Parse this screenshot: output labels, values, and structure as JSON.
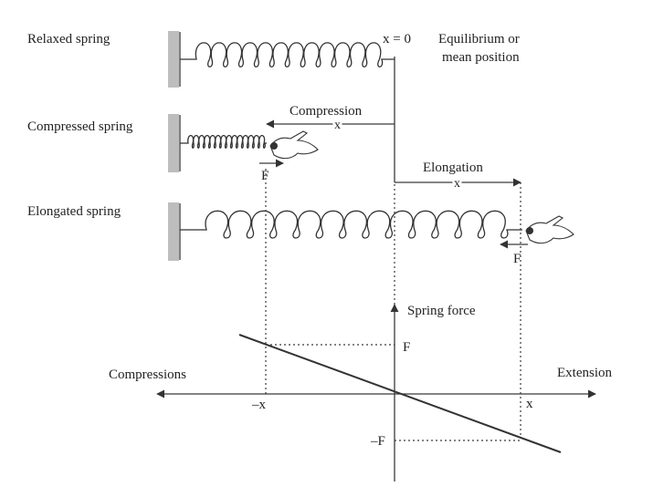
{
  "springs": {
    "relaxed_label": "Relaxed spring",
    "compressed_label": "Compressed spring",
    "elongated_label": "Elongated spring"
  },
  "equilibrium": {
    "x_zero": "x = 0",
    "line1": "Equilibrium or",
    "line2": "mean position"
  },
  "compression": {
    "label": "Compression",
    "x": "x",
    "force": "F"
  },
  "elongation": {
    "label": "Elongation",
    "x": "x",
    "force": "F"
  },
  "graph": {
    "y_axis_label": "Spring force",
    "left_label": "Compressions",
    "right_label": "Extension",
    "neg_x": "–x",
    "pos_x": "x",
    "pos_f": "F",
    "neg_f": "–F"
  },
  "colors": {
    "wall": "#bdbdbd",
    "ink": "#333333"
  }
}
